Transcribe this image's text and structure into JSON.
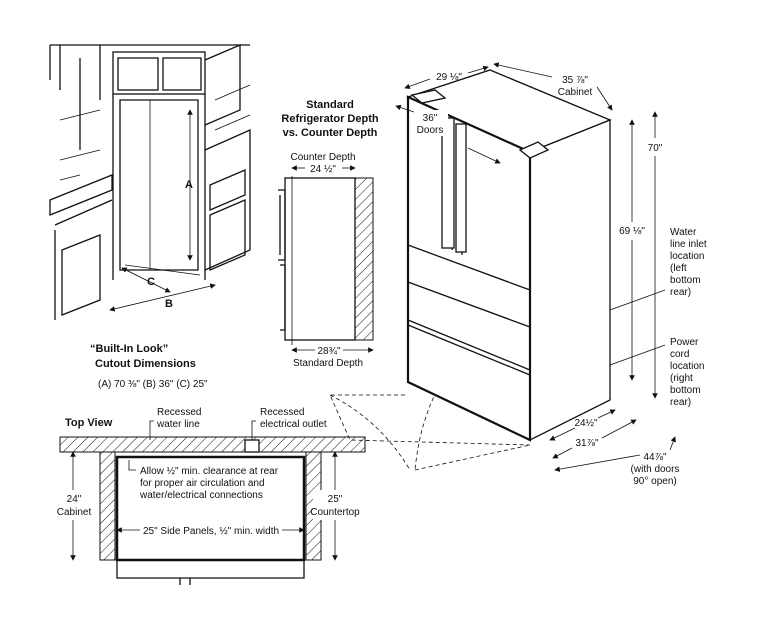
{
  "cutout": {
    "letter_a": "A",
    "letter_b": "B",
    "letter_c": "C",
    "title_line1": "“Built-In Look”",
    "title_line2": "Cutout Dimensions",
    "dimensions": "(A) 70 ⅜\"   (B) 36\"   (C) 25\""
  },
  "depth_compare": {
    "title_line1": "Standard",
    "title_line2": "Refrigerator Depth",
    "title_line3": "vs. Counter Depth",
    "counter_label": "Counter Depth",
    "counter_value": "24 ½\"",
    "standard_value": "28¾\"",
    "standard_label": "Standard Depth"
  },
  "top_view": {
    "title": "Top View",
    "water_line_1": "Recessed",
    "water_line_2": "water line",
    "outlet_1": "Recessed",
    "outlet_2": "electrical outlet",
    "clearance_1": "Allow ½\" min. clearance at rear",
    "clearance_2": "for proper air circulation and",
    "clearance_3": "water/electrical connections",
    "cabinet_value": "24\"",
    "cabinet_label": "Cabinet",
    "countertop_value": "25\"",
    "countertop_label": "Countertop",
    "side_panels": "25\" Side Panels, ½\" min. width"
  },
  "fridge": {
    "width_top": "29 ⅛\"",
    "cabinet_width": "35 ⅞\"",
    "cabinet_label": "Cabinet",
    "doors_width": "36\"",
    "doors_label": "Doors",
    "height_total": "70\"",
    "height_cabinet": "69 ⅛\"",
    "water_lines": [
      "Water",
      "line inlet",
      "location",
      "(left",
      "bottom",
      "rear)"
    ],
    "power_lines": [
      "Power",
      "cord",
      "location",
      "(right",
      "bottom",
      "rear)"
    ],
    "depth_1": "24½\"",
    "depth_2": "31⅞\"",
    "depth_open": "44⅞\"",
    "open_note_1": "(with doors",
    "open_note_2": "90° open)"
  }
}
